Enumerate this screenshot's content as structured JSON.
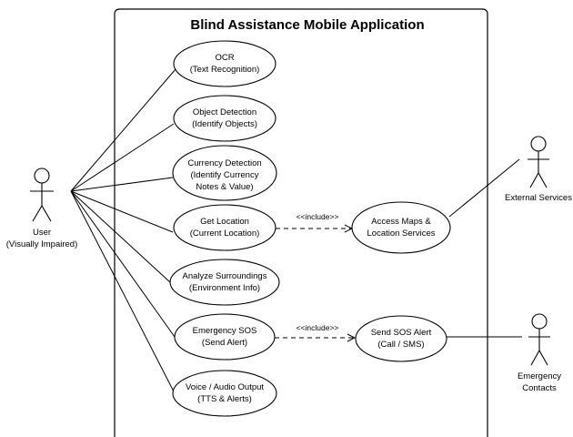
{
  "system": {
    "title": "Blind Assistance Mobile Application"
  },
  "actors": {
    "user": [
      "User",
      "(Visually Impaired)"
    ],
    "external": [
      "External Services"
    ],
    "emergency": [
      "Emergency",
      "Contacts"
    ]
  },
  "use_cases": {
    "ocr": [
      "OCR",
      "(Text Recognition)"
    ],
    "object": [
      "Object Detection",
      "(Identify Objects)"
    ],
    "currency": [
      "Currency Detection",
      "(Identify Currency",
      "Notes & Value)"
    ],
    "location": [
      "Get Location",
      "(Current Location)"
    ],
    "surroundings": [
      "Analyze Surroundings",
      "(Environment Info)"
    ],
    "sos": [
      "Emergency SOS",
      "(Send Alert)"
    ],
    "voice": [
      "Voice / Audio Output",
      "(TTS & Alerts)"
    ],
    "maps": [
      "Access Maps &",
      "Location Services"
    ],
    "sos_alert": [
      "Send SOS Alert",
      "(Call / SMS)"
    ]
  },
  "relations": {
    "include_1": "<<include>>",
    "include_2": "<<include>>"
  }
}
